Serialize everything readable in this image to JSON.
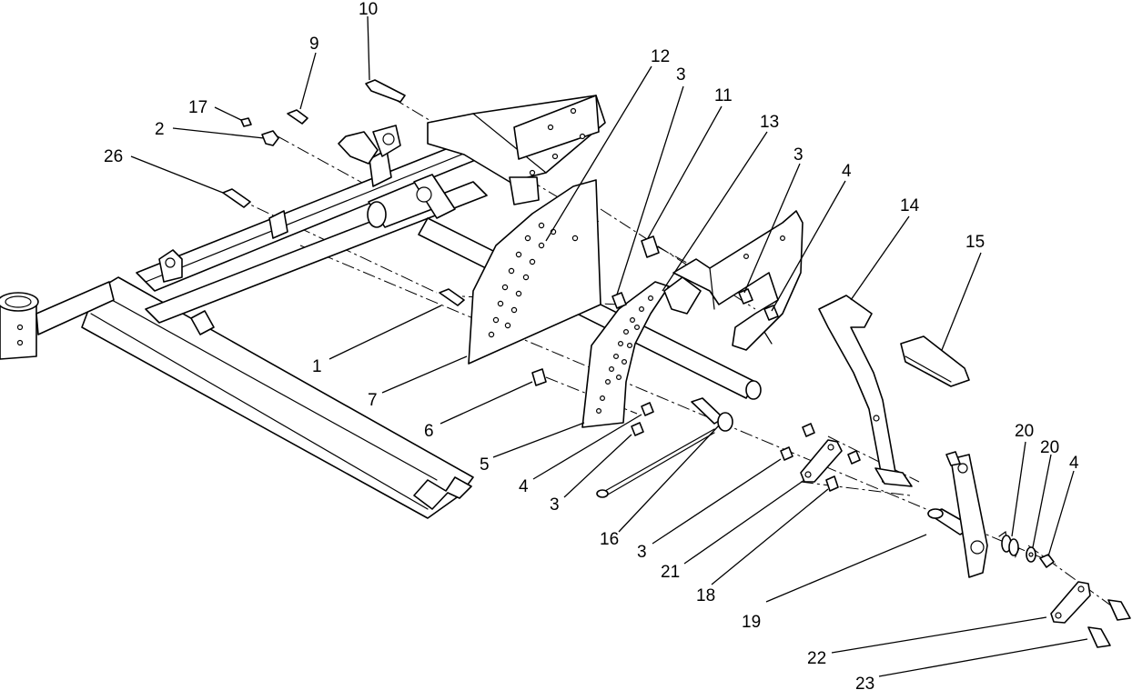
{
  "callouts": [
    {
      "id": "c1",
      "text": "1"
    },
    {
      "id": "c2",
      "text": "2"
    },
    {
      "id": "c3a",
      "text": "3"
    },
    {
      "id": "c3b",
      "text": "3"
    },
    {
      "id": "c3c",
      "text": "3"
    },
    {
      "id": "c3d",
      "text": "3"
    },
    {
      "id": "c4a",
      "text": "4"
    },
    {
      "id": "c4b",
      "text": "4"
    },
    {
      "id": "c4c",
      "text": "4"
    },
    {
      "id": "c5",
      "text": "5"
    },
    {
      "id": "c6",
      "text": "6"
    },
    {
      "id": "c7",
      "text": "7"
    },
    {
      "id": "c9",
      "text": "9"
    },
    {
      "id": "c10",
      "text": "10"
    },
    {
      "id": "c11",
      "text": "11"
    },
    {
      "id": "c12",
      "text": "12"
    },
    {
      "id": "c13",
      "text": "13"
    },
    {
      "id": "c14",
      "text": "14"
    },
    {
      "id": "c15",
      "text": "15"
    },
    {
      "id": "c16",
      "text": "16"
    },
    {
      "id": "c17",
      "text": "17"
    },
    {
      "id": "c18",
      "text": "18"
    },
    {
      "id": "c19",
      "text": "19"
    },
    {
      "id": "c20a",
      "text": "20"
    },
    {
      "id": "c20b",
      "text": "20"
    },
    {
      "id": "c21",
      "text": "21"
    },
    {
      "id": "c22",
      "text": "22"
    },
    {
      "id": "c23",
      "text": "23"
    },
    {
      "id": "c26",
      "text": "26"
    }
  ]
}
